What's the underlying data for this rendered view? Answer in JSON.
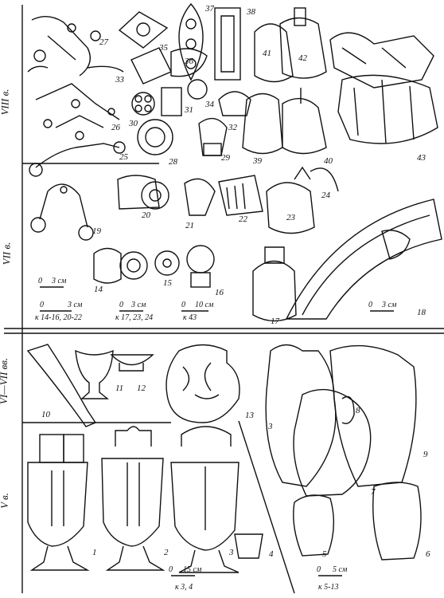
{
  "periods": {
    "p8": "VIII в.",
    "p7": "VII в.",
    "p67": "VI—VII вв.",
    "p5": "V в."
  },
  "figure_numbers": {
    "n1": "1",
    "n2": "2",
    "n3": "3",
    "n4": "4",
    "n5": "5",
    "n6": "6",
    "n7": "7",
    "n8": "8",
    "n9": "9",
    "n10": "10",
    "n11": "11",
    "n12": "12",
    "n13": "13",
    "n14": "14",
    "n15": "15",
    "n16": "16",
    "n17": "17",
    "n18": "18",
    "n19": "19",
    "n20": "20",
    "n21": "21",
    "n22": "22",
    "n23": "23",
    "n24": "24",
    "n25": "25",
    "n26": "26",
    "n27": "27",
    "n28": "28",
    "n29": "29",
    "n30": "30",
    "n31": "31",
    "n32": "32",
    "n33": "33",
    "n34": "34",
    "n35": "35",
    "n36": "36",
    "n37": "37",
    "n38": "38",
    "n39": "39",
    "n40": "40",
    "n41": "41",
    "n42": "42",
    "n43": "43"
  },
  "scales": {
    "s7_a_zero": "0",
    "s7_a_val": "3 см",
    "s7_b_zero": "0",
    "s7_b_val": "3 см",
    "s7_b_ref": "к 14-16, 20-22",
    "s7_c_zero": "0",
    "s7_c_val": "3 см",
    "s7_c_ref": "к 17, 23, 24",
    "s7_d_zero": "0",
    "s7_d_val": "10 см",
    "s7_d_ref": "к 43",
    "s7_e_zero": "0",
    "s7_e_val": "3 см",
    "s5_a_zero": "0",
    "s5_a_val": "15 см",
    "s5_a_ref": "к 3, 4",
    "s5_b_zero": "0",
    "s5_b_val": "5 см",
    "s5_b_ref": "к 5-13"
  }
}
